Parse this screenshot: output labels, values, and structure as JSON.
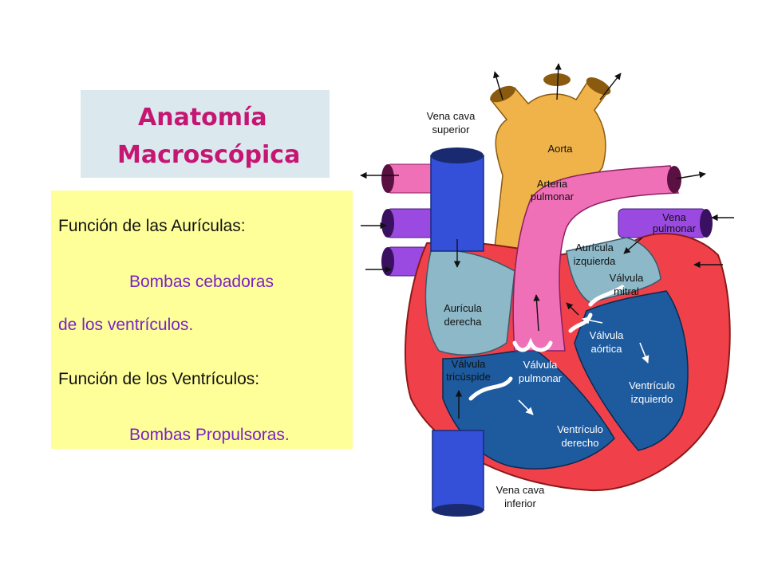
{
  "colors": {
    "title_bg": "#dbe9ef",
    "title_text": "#c51672",
    "text_bg": "#ffff99",
    "highlight_text": "#7a22c8",
    "aorta": "#f0b34a",
    "vena_cava": "#3450d8",
    "pulmonary_artery": "#f070b8",
    "pulmonary_vein": "#9a4ae0",
    "atrium_fill": "#8db8c8",
    "ventricle_fill": "#1d5a9e",
    "myocardium": "#f0414a"
  },
  "title": {
    "line1": "Anatomía",
    "line2": "Macroscópica"
  },
  "content": {
    "atria_heading": "Función de las Aurículas:",
    "atria_line1": "Bombas cebadoras",
    "atria_line2": "de los ventrículos.",
    "ventricles_heading": "Función de los Ventrículos:",
    "ventricles_line1": "Bombas Propulsoras."
  },
  "diagram": {
    "labels": {
      "vena_cava_superior_1": "Vena cava",
      "vena_cava_superior_2": "superior",
      "aorta": "Aorta",
      "arteria_pulmonar_1": "Arteria",
      "arteria_pulmonar_2": "pulmonar",
      "vena_pulmonar_1": "Vena",
      "vena_pulmonar_2": "pulmonar",
      "auricula_izquierda_1": "Aurícula",
      "auricula_izquierda_2": "izquierda",
      "valvula_mitral_1": "Válvula",
      "valvula_mitral_2": "mitral",
      "auricula_derecha_1": "Aurícula",
      "auricula_derecha_2": "derecha",
      "valvula_aortica_1": "Válvula",
      "valvula_aortica_2": "aórtica",
      "valvula_tricuspide_1": "Válvula",
      "valvula_tricuspide_2": "tricúspide",
      "valvula_pulmonar_1": "Válvula",
      "valvula_pulmonar_2": "pulmonar",
      "ventriculo_izquierdo_1": "Ventrículo",
      "ventriculo_izquierdo_2": "izquierdo",
      "ventriculo_derecho_1": "Ventrículo",
      "ventriculo_derecho_2": "derecho",
      "vena_cava_inferior_1": "Vena cava",
      "vena_cava_inferior_2": "inferior"
    }
  }
}
